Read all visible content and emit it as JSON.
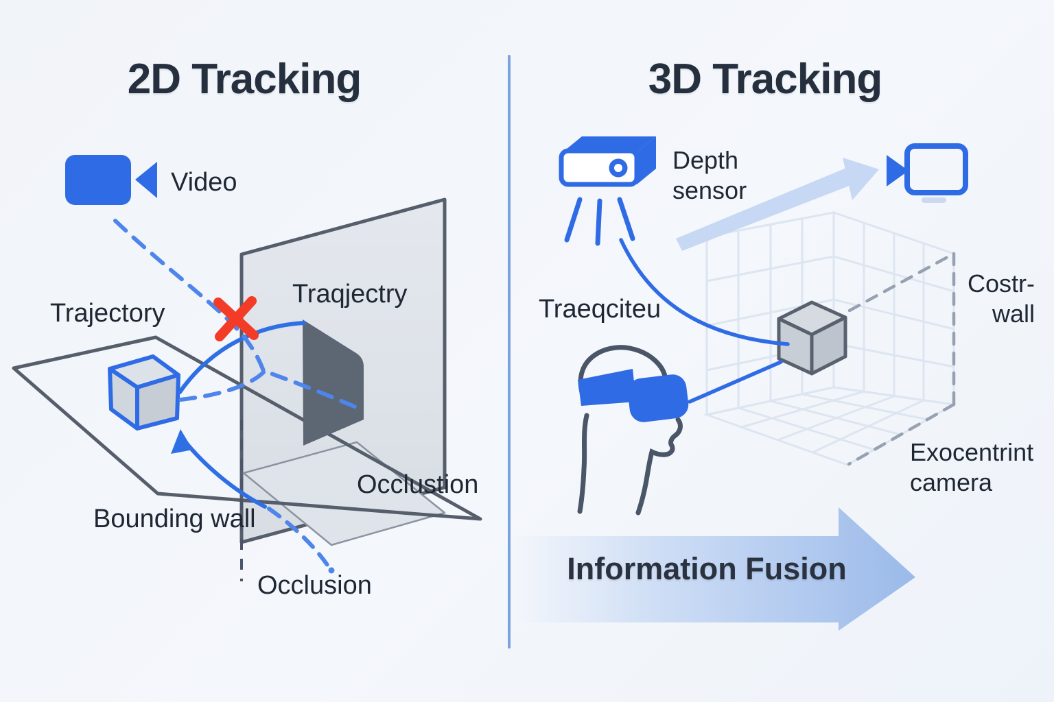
{
  "left_panel": {
    "title": "2D Tracking",
    "labels": {
      "video": "Video",
      "trajectory": "Trajectory",
      "wall_trajectory": "Traqjectry",
      "occlusion_wall": "Occlustion",
      "bounding_wall": "Bounding wall",
      "occlusion_path": "Occlusion"
    }
  },
  "right_panel": {
    "title": "3D Tracking",
    "labels": {
      "depth_sensor_line1": "Depth",
      "depth_sensor_line2": "sensor",
      "trajectory": "Traeqciteu",
      "cost_wall_line1": "Costr-",
      "cost_wall_line2": "wall",
      "egocentric_line1": "Exocentrint",
      "egocentric_line2": "camera"
    },
    "fusion_arrow": {
      "label": "Information Fusion"
    }
  },
  "icons": {
    "left_video_camera": "video-camera-icon",
    "depth_sensor": "depth-sensor-icon",
    "vr_headset": "vr-headset-head-icon",
    "egocentric_camera": "camera-icon",
    "blocked_marker": "red-x-icon"
  },
  "colors": {
    "accent_blue": "#2e6be5",
    "dashed_blue": "#4d85eb",
    "light_arrow_blue": "#c6d8f3",
    "error_red": "#f43b28",
    "wall_gray": "#dfe3e9",
    "dark_wall_gray": "#5d6673",
    "outline_gray": "#59616e",
    "grid_blue": "#dde5f1",
    "fusion_fill": "#a9c3ec",
    "divider_blue": "#7aa2dd",
    "background": "#f3f6fa",
    "text_dark": "#212936"
  }
}
